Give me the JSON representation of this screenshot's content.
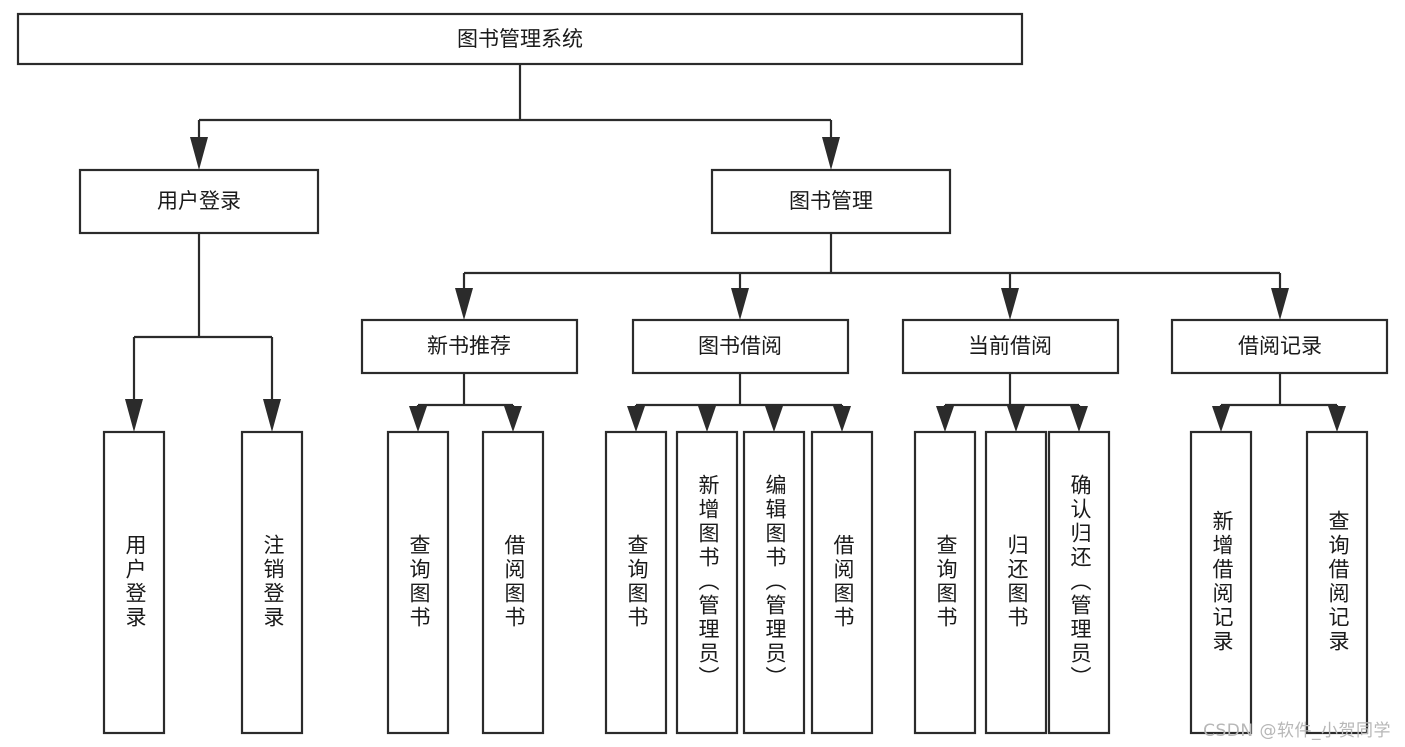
{
  "diagram": {
    "title": "图书管理系统",
    "type": "tree-hierarchy-chart",
    "colors": {
      "stroke": "#2b2b2b",
      "fill": "#ffffff",
      "text": "#1a1a1a",
      "watermark": "#b7b7b7",
      "background": "#ffffff"
    },
    "root": {
      "label": "图书管理系统"
    },
    "level2": [
      {
        "label": "用户登录"
      },
      {
        "label": "图书管理"
      }
    ],
    "level3": [
      {
        "label": "新书推荐"
      },
      {
        "label": "图书借阅"
      },
      {
        "label": "当前借阅"
      },
      {
        "label": "借阅记录"
      }
    ],
    "leaves": {
      "user_login": [
        {
          "label": "用户登录"
        },
        {
          "label": "注销登录"
        }
      ],
      "new_book_recommend": [
        {
          "label": "查询图书"
        },
        {
          "label": "借阅图书"
        }
      ],
      "book_borrow": [
        {
          "label": "查询图书"
        },
        {
          "label": "新增图书（管理员）"
        },
        {
          "label": "编辑图书（管理员）"
        },
        {
          "label": "借阅图书"
        }
      ],
      "current_borrow": [
        {
          "label": "查询图书"
        },
        {
          "label": "归还图书"
        },
        {
          "label": "确认归还（管理员）"
        }
      ],
      "borrow_record": [
        {
          "label": "新增借阅记录"
        },
        {
          "label": "查询借阅记录"
        }
      ]
    },
    "watermark": "CSDN @软件_小贺同学"
  }
}
